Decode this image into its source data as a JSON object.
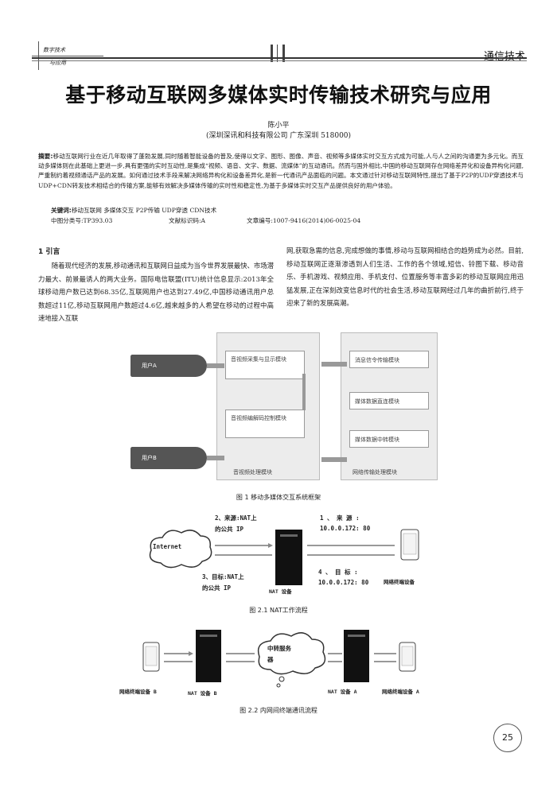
{
  "header": {
    "left_line1": "数字技术",
    "left_line2": "与应用",
    "section": "通信技术"
  },
  "title": "基于移动互联网多媒体实时传输技术研究与应用",
  "author": "陈小平",
  "affiliation": "(深圳深讯和科技有限公司   广东深圳   518000)",
  "abstract": {
    "label": "摘要:",
    "text": "移动互联网行业在近几年取得了蓬勃发展,同时随着智能设备的普及,使得以文字、图形、图像、声音、视频等多媒体实时交互方式成为可能,人与人之间的沟通更为多元化。而互动多媒体则在此基础上更进一步,具有更强的实时互动性,是集成“视频、语音、文字、数据、流媒体”的互动通讯。然而与国外相比,中国的移动互联网存在网络差异化和设备异构化问题,严重制约着视频通话产品的发展。如何通过技术手段来解决网络异构化和设备差异化,是新一代通讯产品面临的问题。本文通过针对移动互联网特性,提出了基于P2P的UDP穿透技术与UDP+CDN转发技术相结合的传输方案,能够有效解决多媒体传输的实时性和稳定性,为基于多媒体实时交互产品提供良好的用户体验。"
  },
  "keywords": {
    "label": "关键词:",
    "text": "移动互联网  多媒体交互  P2P传输  UDP穿透  CDN技术"
  },
  "classification": {
    "clc": "中图分类号:TP393.03",
    "doc_code": "文献标识码:A",
    "article_no": "文章编号:1007-9416(2014)06-0025-04"
  },
  "section1": {
    "heading": "1  引言",
    "left_text": "随着现代经济的发展,移动通讯和互联网日益成为当今世界发展最快、市场潜力最大、前景最诱人的两大业务。国际电信联盟(ITU)统计信息显示:2013年全球移动用户数已达到68.35亿,互联网用户也达到27.49亿,中国移动通讯用户总数超过11亿,移动互联网用户数超过4.6亿,越来越多的人希望在移动的过程中高速地接入互联",
    "right_text": "网,获取急需的信息,完成想做的事情,移动与互联网相结合的趋势成为必然。目前,移动互联网正逐渐渗透到人们生活、工作的各个领域,短信、铃图下载、移动音乐、手机游戏、视频应用、手机支付、位置服务等丰富多彩的移动互联网应用迅猛发展,正在深刻改变信息时代的社会生活,移动互联网经过几年的曲折前行,终于迎来了新的发展高潮。"
  },
  "figure1": {
    "caption": "图 1   移动多媒体交互系统框架",
    "user_a": "用户A",
    "user_b": "用户B",
    "av_capture": "音视频采集与显示模块",
    "av_codec": "音视频编解码控制模块",
    "av_panel": "音视频处理模块",
    "msg_module": "消息信令传输模块",
    "direct_module": "媒体数据直连模块",
    "relay_module": "媒体数据中转模块",
    "net_panel": "网络传输处理模块"
  },
  "figure21": {
    "caption": "图 2.1  NAT工作流程",
    "internet": "Internet",
    "src2_l1": "2、来源:NAT上",
    "src2_l2": "的公共 IP",
    "src1_l1": "1 、 来 源 :",
    "src1_l2": "10.0.0.172: 80",
    "dst3_l1": "3、目标:NAT上",
    "dst3_l2": "的公共 IP",
    "nat_device": "NAT 设备",
    "dst4_l1": "4 、 目 标 :",
    "dst4_l2": "10.0.0.172: 80",
    "terminal": "网络终端设备"
  },
  "figure22": {
    "caption": "图 2.2  内网间终端通讯流程",
    "relay_l1": "中转服务",
    "relay_l2": "器",
    "terminal_b": "网络终端设备 B",
    "nat_b": "NAT 设备 B",
    "nat_a": "NAT 设备 A",
    "terminal_a": "网络终端设备 A"
  },
  "page_number": "25"
}
